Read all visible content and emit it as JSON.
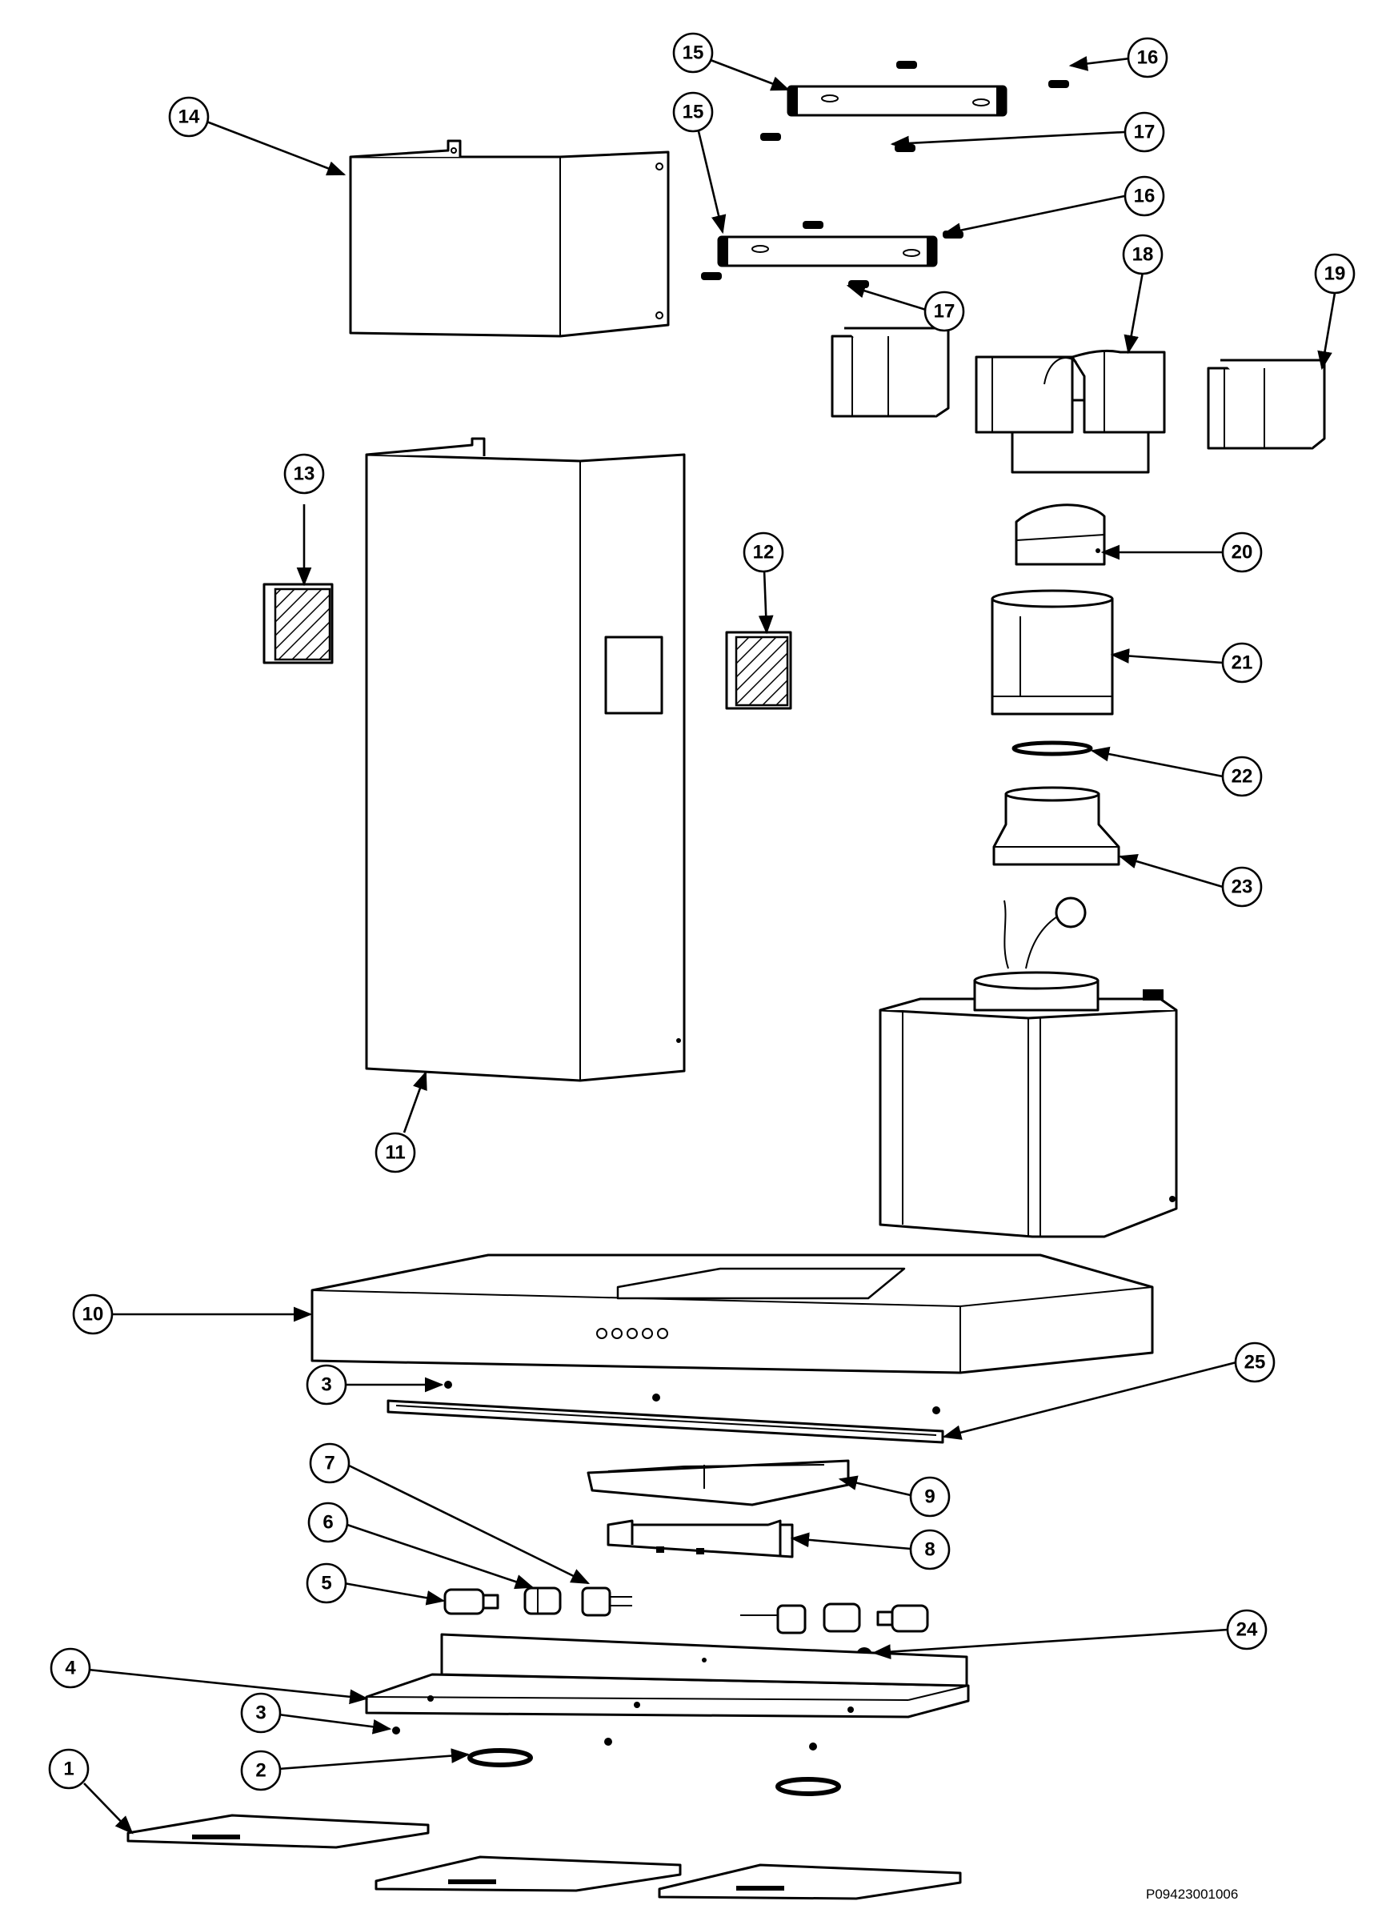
{
  "drawing_code": "P09423001006",
  "callouts": [
    "1",
    "2",
    "3",
    "3",
    "4",
    "5",
    "6",
    "7",
    "8",
    "9",
    "10",
    "11",
    "12",
    "13",
    "14",
    "15",
    "15",
    "16",
    "16",
    "17",
    "17",
    "18",
    "19",
    "20",
    "21",
    "22",
    "23",
    "24",
    "25"
  ]
}
